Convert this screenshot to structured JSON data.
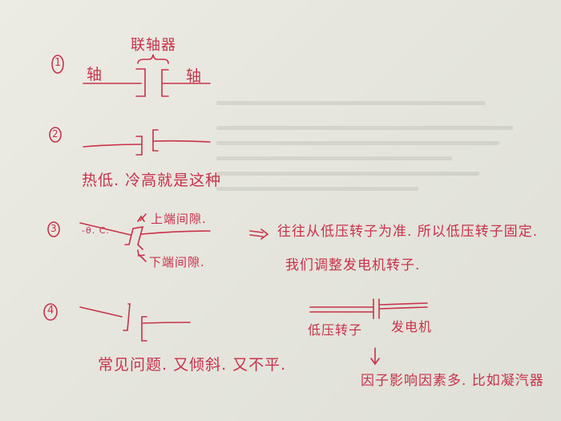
{
  "note": {
    "ink_color": "#c8324a",
    "paper_color": "#e8e8e1",
    "sections": [
      {
        "number": "1",
        "label_top": "联轴器",
        "label_left": "轴",
        "label_right": "轴"
      },
      {
        "number": "2",
        "caption": "热低. 冷高就是这种"
      },
      {
        "number": "3",
        "sketch_marks": "-θ. C.",
        "upper_label": "上端间隙.",
        "lower_label": "下端间隙.",
        "arrow": "=>",
        "conclusion_line1": "往往从低压转子为准. 所以低压转子固定.",
        "conclusion_line2": "我们调整发电机转子."
      },
      {
        "number": "4",
        "caption": "常见问题. 又倾斜. 又不平.",
        "diagram_left": "低压转子",
        "diagram_right": "发电机",
        "down_arrow": "↓",
        "bottom_note": "因子影响因素多. 比如凝汽器"
      }
    ]
  }
}
